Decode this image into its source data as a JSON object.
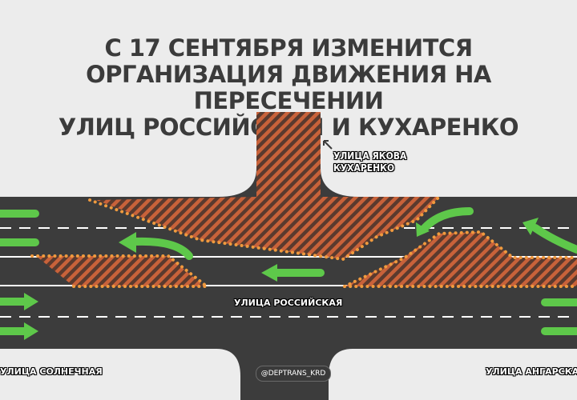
{
  "title": {
    "line1": "С 17 СЕНТЯБРЯ ИЗМЕНИТСЯ",
    "line2": "ОРГАНИЗАЦИЯ ДВИЖЕНИЯ НА ПЕРЕСЕЧЕНИИ",
    "line3": "УЛИЦ РОССИЙСКОЙ И КУХАРЕНКО"
  },
  "labels": {
    "kuharenko_line1": "УЛИЦА ЯКОВА",
    "kuharenko_line2": "КУХАРЕНКО",
    "rossiyskaya": "УЛИЦА РОССИЙСКАЯ",
    "solnechnaya": "УЛИЦА СОЛНЕЧНАЯ",
    "angarskaya": "УЛИЦА АНГАРСКАЯ"
  },
  "watermark": "@DEPTRANS_KRD",
  "icons": {
    "pointer": "arrow-up-left-icon",
    "lane_arrow": "green-arrow-icon"
  },
  "colors": {
    "background": "#ececec",
    "road": "#3c3c3c",
    "hatch": "#c8623a",
    "dots": "#f09a3e",
    "arrow": "#5ec84a",
    "title": "#3b3b3b"
  }
}
